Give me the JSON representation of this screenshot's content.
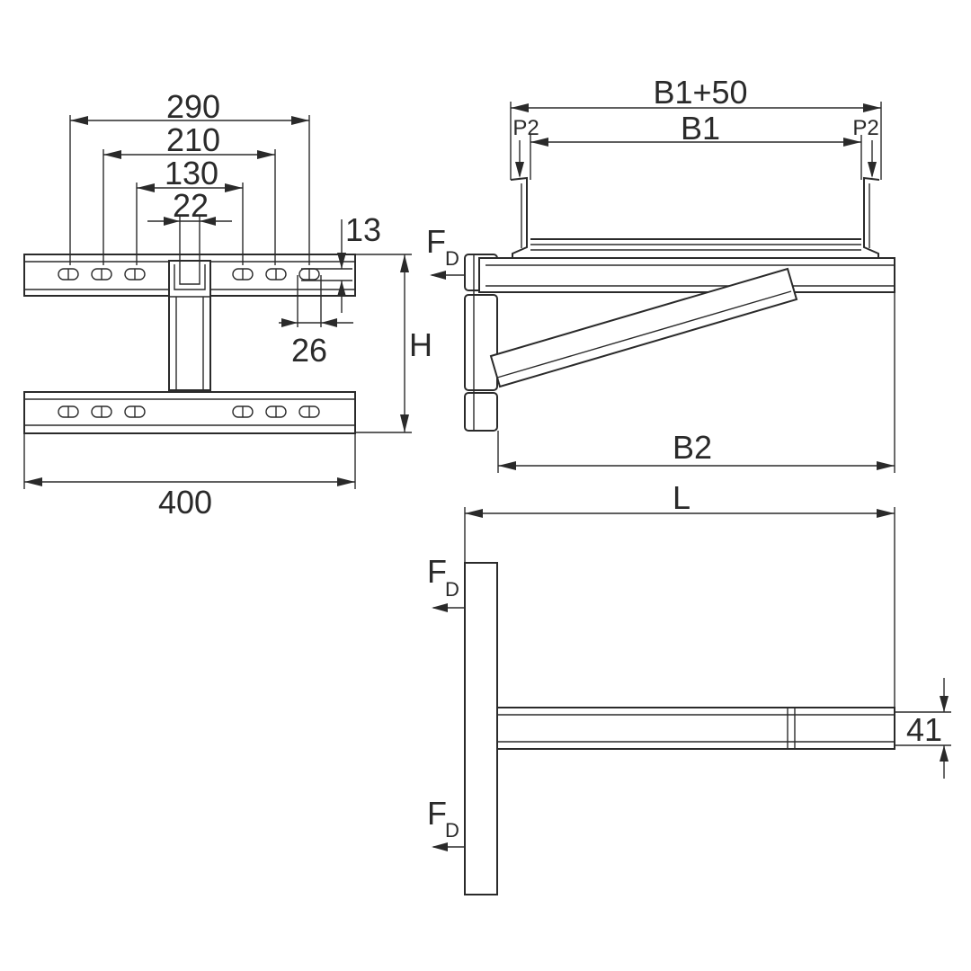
{
  "dimensions": {
    "d290": "290",
    "d210": "210",
    "d130": "130",
    "d22": "22",
    "d13": "13",
    "d26": "26",
    "h": "H",
    "d400": "400",
    "b1_plus_50": "B1+50",
    "b1": "B1",
    "p2": "P2",
    "b2": "B2",
    "l": "L",
    "d41": "41"
  },
  "force": {
    "symbol": "F",
    "subscript": "D"
  }
}
